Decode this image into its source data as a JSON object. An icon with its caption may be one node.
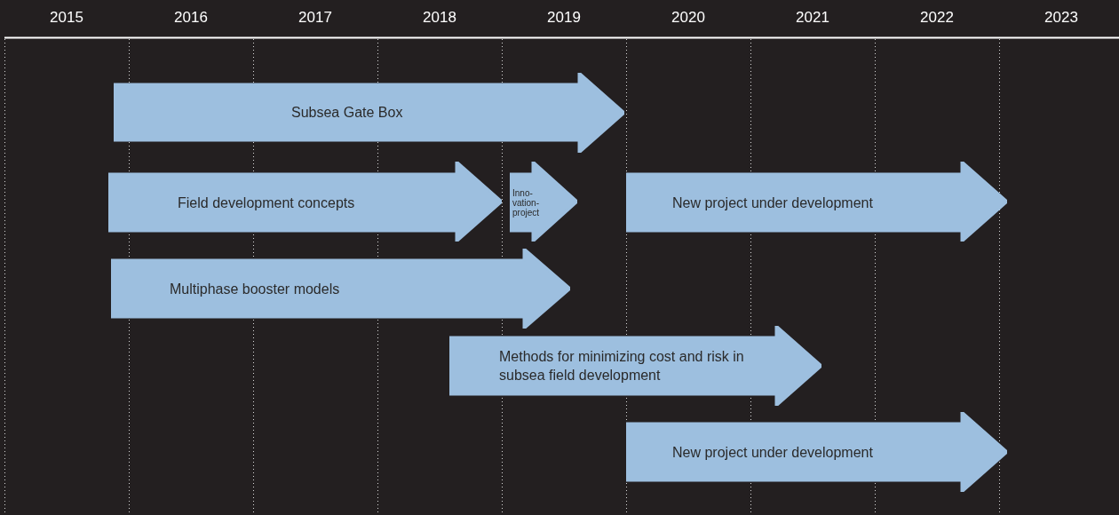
{
  "diagram": {
    "nodes": [
      {
        "text": [
          "Subsea Gate Box"
        ]
      },
      {
        "text": [
          "Field development concepts"
        ]
      },
      {
        "text": [
          "Inno- vation- project"
        ]
      },
      {
        "text": [
          "New project under development"
        ]
      },
      {
        "text": [
          "Multiphase booster models"
        ]
      },
      {
        "text": [
          "Methods for minimizing cost and risk in subsea field development"
        ]
      },
      {
        "text": [
          "New project under development"
        ]
      }
    ],
    "labels": [
      "2015",
      "2016",
      "2017",
      "2018",
      "2019",
      "2020",
      "2021",
      "2022",
      "2023"
    ]
  }
}
